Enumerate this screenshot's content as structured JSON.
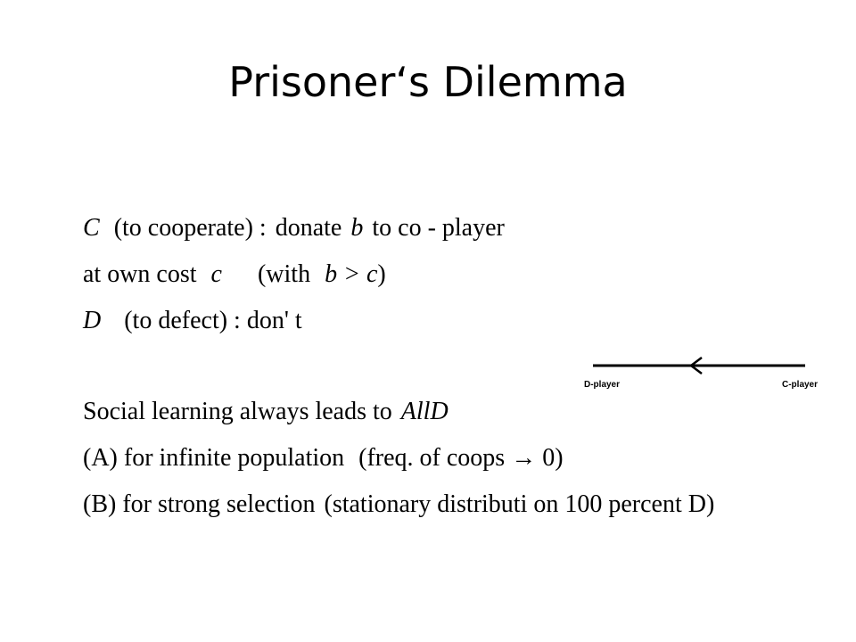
{
  "slide": {
    "title": "Prisoner‘s Dilemma"
  },
  "lines": {
    "l1": {
      "c": "C",
      "to_cooperate": "(to cooperate) :",
      "donate": "donate",
      "b": "b",
      "to_coplayer": "to co - player"
    },
    "l2": {
      "at_own_cost": "at own cost",
      "c": "c",
      "with_open": "(with",
      "b_gt_c": "b > c",
      "close": ")"
    },
    "l3": {
      "d": "D",
      "to_defect": "(to defect) : don' t"
    },
    "l4": {
      "social": "Social learning always leads to",
      "alld": "AllD"
    },
    "l5": {
      "a": "(A) for infinite population",
      "freq": "(freq. of coops → 0)"
    },
    "l6": {
      "b": "(B) for strong selection",
      "stationary": "(stationary distributi on 100 percent D)"
    }
  },
  "diagram": {
    "left_label": "D-player",
    "right_label": "C-player"
  }
}
